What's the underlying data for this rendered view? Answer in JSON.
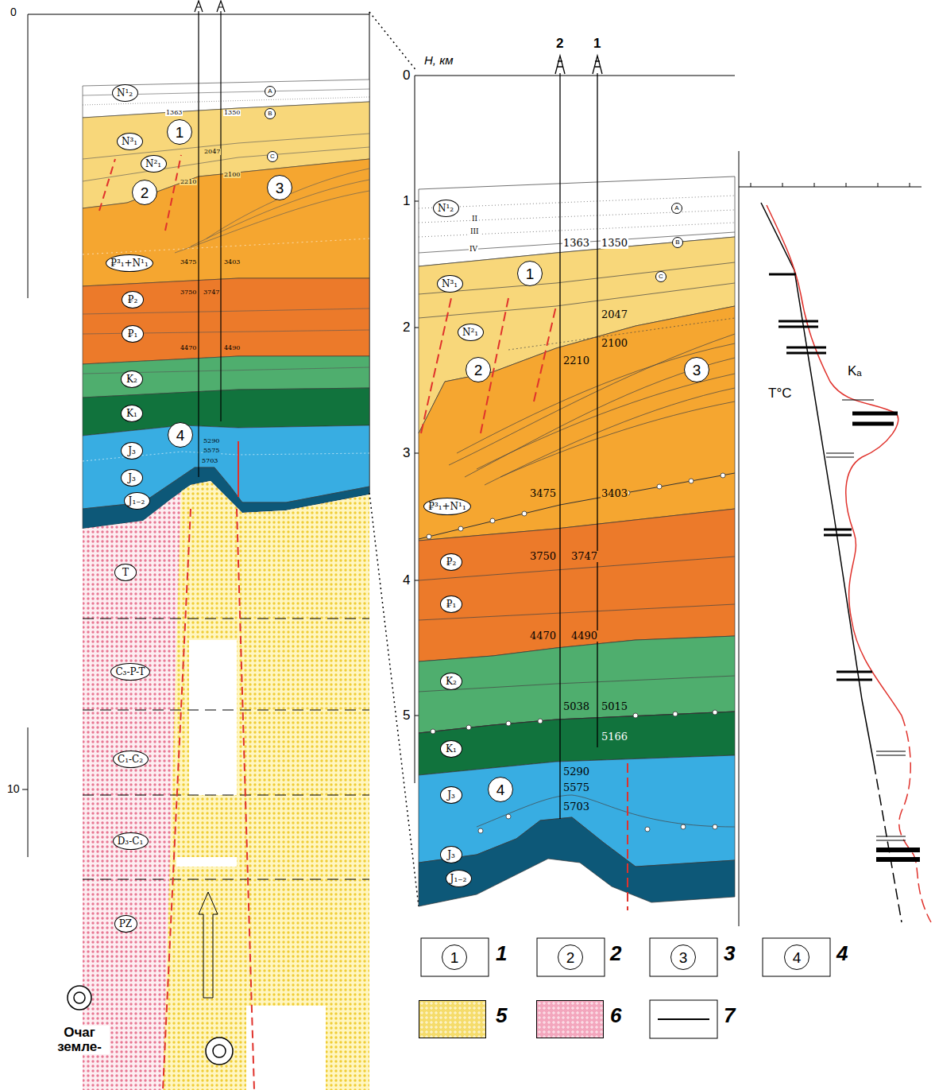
{
  "diagram": {
    "nodes": [
      {
        "text": [
          "N¹₂"
        ]
      },
      {
        "text": [
          "1"
        ]
      },
      {
        "text": [
          "N³₁"
        ]
      },
      {
        "text": [
          "N²₁"
        ]
      },
      {
        "text": [
          "2"
        ]
      },
      {
        "text": [
          "3"
        ]
      },
      {
        "text": [
          "₽³₁+N¹₁"
        ]
      },
      {
        "text": [
          "₽₂"
        ]
      },
      {
        "text": [
          "₽₁"
        ]
      },
      {
        "text": [
          "K₂"
        ]
      },
      {
        "text": [
          "K₁"
        ]
      },
      {
        "text": [
          "J₃"
        ]
      },
      {
        "text": [
          "4"
        ]
      },
      {
        "text": [
          "J₃"
        ]
      },
      {
        "text": [
          "J₁₋₂"
        ]
      },
      {
        "text": [
          "T"
        ]
      },
      {
        "text": [
          "C₃-P-T"
        ]
      },
      {
        "text": [
          "C₁-C₂"
        ]
      },
      {
        "text": [
          "D₃-C₁"
        ]
      },
      {
        "text": [
          "PZ"
        ]
      },
      {
        "text": [
          "A"
        ]
      },
      {
        "text": [
          "B"
        ]
      },
      {
        "text": [
          "C"
        ]
      },
      {
        "text": [
          "N¹₂"
        ]
      },
      {
        "text": [
          "A"
        ]
      },
      {
        "text": [
          "B"
        ]
      },
      {
        "text": [
          "N³₁"
        ]
      },
      {
        "text": [
          "1"
        ]
      },
      {
        "text": [
          "C"
        ]
      },
      {
        "text": [
          "N²₁"
        ]
      },
      {
        "text": [
          "2"
        ]
      },
      {
        "text": [
          "3"
        ]
      },
      {
        "text": [
          "₽³₁+N¹₁"
        ]
      },
      {
        "text": [
          "₽₂"
        ]
      },
      {
        "text": [
          "₽₁"
        ]
      },
      {
        "text": [
          "K₂"
        ]
      },
      {
        "text": [
          "K₁"
        ]
      },
      {
        "text": [
          "J₃"
        ]
      },
      {
        "text": [
          "4"
        ]
      },
      {
        "text": [
          "J₃"
        ]
      },
      {
        "text": [
          "J₁₋₂"
        ]
      },
      {
        "text": [
          "1"
        ]
      },
      {
        "text": [
          "2"
        ]
      },
      {
        "text": [
          "3"
        ]
      },
      {
        "text": [
          "4"
        ]
      }
    ],
    "labels": [
      "0",
      "10",
      "1363",
      "1350",
      "2047",
      "2100",
      "2210",
      "3475",
      "3403",
      "3750",
      "3747",
      "4470",
      "4490",
      "5290",
      "5575",
      "5703",
      "H, км",
      "0",
      "1",
      "2",
      "3",
      "4",
      "5",
      "2",
      "1",
      "II",
      "III",
      "IV",
      "1363",
      "1350",
      "2047",
      "2100",
      "2210",
      "3475",
      "3403",
      "3750",
      "3747",
      "4470",
      "4490",
      "5038",
      "5015",
      "5166",
      "5290",
      "5575",
      "5703",
      "T°C",
      "Kₐ",
      "Очаг земле-"
    ],
    "legend": [
      {
        "text": "1"
      },
      {
        "text": "2"
      },
      {
        "text": "3"
      },
      {
        "text": "4"
      },
      {
        "text": "5",
        "color": "#f5dc6b"
      },
      {
        "text": "6",
        "color": "#f3a6bd"
      },
      {
        "text": "7"
      }
    ]
  }
}
